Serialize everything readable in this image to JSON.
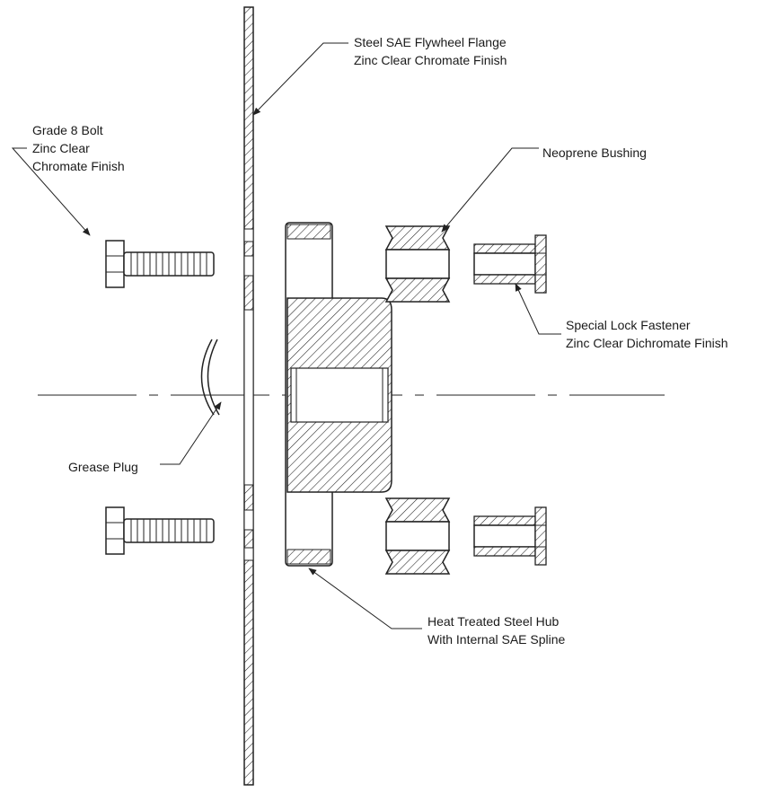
{
  "labels": {
    "flange": [
      "Steel SAE Flywheel Flange",
      "Zinc Clear Chromate Finish"
    ],
    "bolt": [
      "Grade 8 Bolt",
      "Zinc Clear",
      "Chromate Finish"
    ],
    "bushing": [
      "Neoprene Bushing"
    ],
    "fastener": [
      "Special Lock Fastener",
      "Zinc Clear Dichromate Finish"
    ],
    "grease_plug": [
      "Grease Plug"
    ],
    "hub": [
      "Heat Treated Steel Hub",
      "With Internal SAE Spline"
    ]
  }
}
